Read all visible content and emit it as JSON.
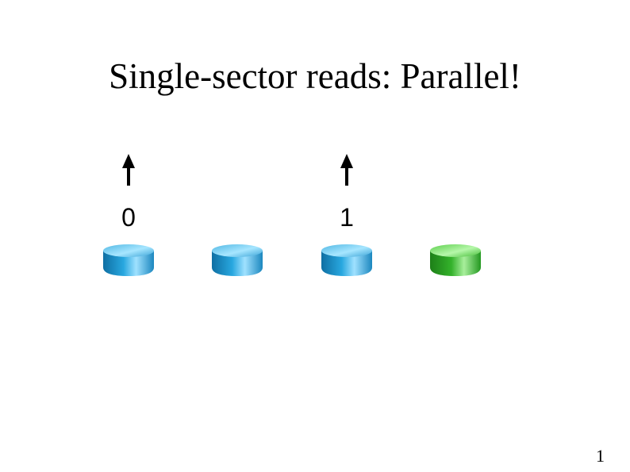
{
  "slide": {
    "title": "Single-sector reads: Parallel!",
    "page_number": "1"
  },
  "disks": [
    {
      "color": "blue",
      "read_label": "0",
      "reading": true
    },
    {
      "color": "blue",
      "read_label": "",
      "reading": false
    },
    {
      "color": "blue",
      "read_label": "1",
      "reading": true
    },
    {
      "color": "green",
      "read_label": "",
      "reading": false
    }
  ],
  "colors": {
    "blue_disk_top": "#7fd0ee",
    "blue_disk_side": "#1e8fc6",
    "green_disk_top": "#8be37a",
    "green_disk_side": "#2faa23",
    "arrow": "#000000"
  }
}
